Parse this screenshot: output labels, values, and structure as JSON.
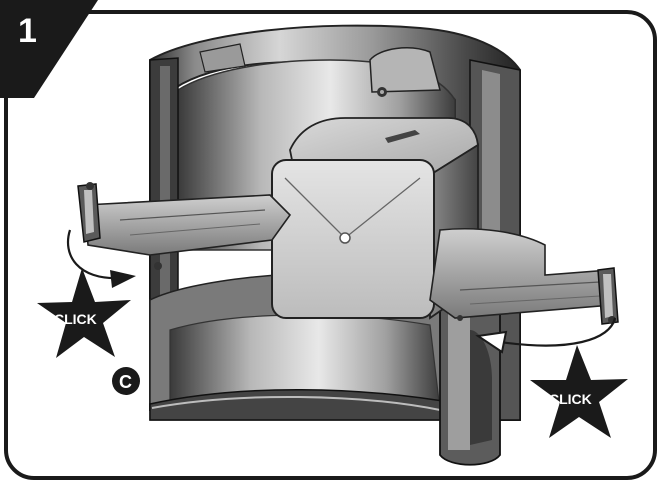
{
  "step": {
    "number": "1"
  },
  "callouts": {
    "left_click": "CLICK",
    "right_click": "CLICK",
    "part_label": "C"
  },
  "colors": {
    "frame": "#1a1a1a",
    "badge": "#1a1a1a",
    "star": "#1a1a1a",
    "part_dark": "#2a2a2a",
    "part_mid": "#6e6e6e",
    "part_light": "#bdbdbd",
    "part_highlight": "#e6e6e6"
  }
}
